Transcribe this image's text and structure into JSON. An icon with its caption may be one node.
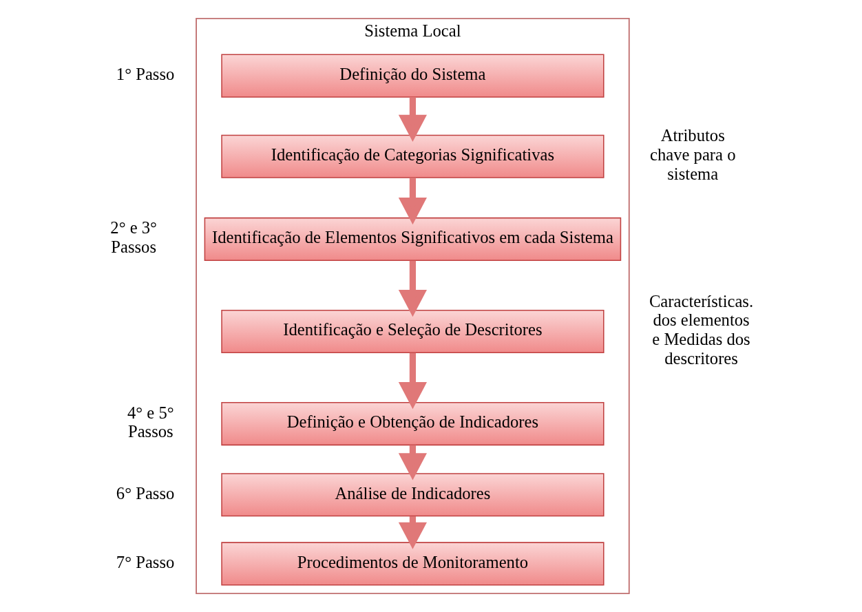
{
  "diagram": {
    "nodes": [
      {
        "text": [
          "Sistema Local"
        ]
      },
      {
        "text": [
          "Definição do Sistema"
        ],
        "in": 0
      },
      {
        "text": [
          "Identificação de Categorias Significativas"
        ],
        "in": 0
      },
      {
        "text": [
          "Identificação de Elementos Significativos em cada Sistema"
        ],
        "in": 0
      },
      {
        "text": [
          "Identificação e Seleção de Descritores"
        ],
        "in": 0
      },
      {
        "text": [
          "Definição e Obtenção de Indicadores"
        ],
        "in": 0
      },
      {
        "text": [
          "Análise de Indicadores"
        ],
        "in": 0
      },
      {
        "text": [
          "Procedimentos de Monitoramento"
        ],
        "in": 0
      }
    ],
    "edges": [
      {
        "from": 1,
        "to": 2,
        "arrow": "to"
      },
      {
        "from": 2,
        "to": 3,
        "arrow": "to"
      },
      {
        "from": 3,
        "to": 4,
        "arrow": "to"
      },
      {
        "from": 4,
        "to": 5,
        "arrow": "to"
      },
      {
        "from": 5,
        "to": 6,
        "arrow": "to"
      },
      {
        "from": 6,
        "to": 7,
        "arrow": "to"
      }
    ],
    "labels": [
      "1° Passo",
      "2° e 3° Passos",
      "Atributos chave para o sistema",
      "4° e 5° Passos",
      "Características. dos elementos e Medidas dos descritores",
      "6° Passo",
      "7° Passo"
    ]
  }
}
